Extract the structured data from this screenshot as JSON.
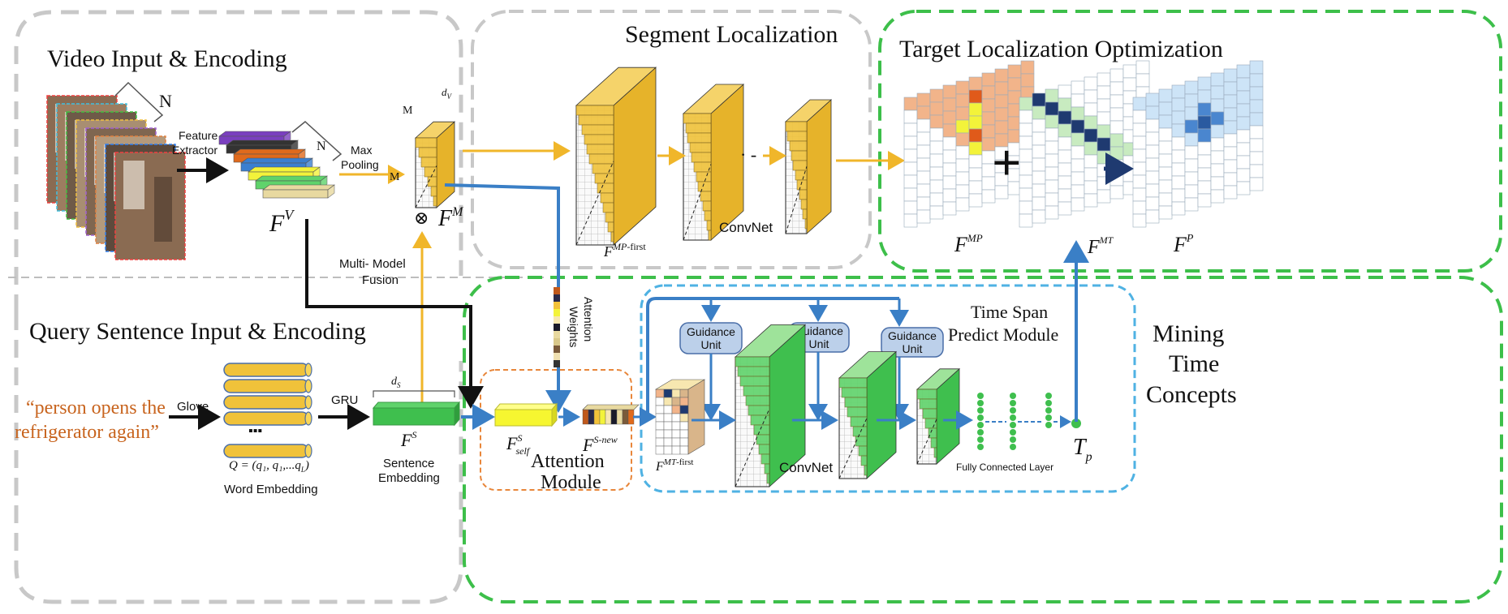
{
  "panels": {
    "video": "Video Input & Encoding",
    "segment": "Segment Localization",
    "target": "Target Localization Optimization",
    "query": "Query Sentence Input & Encoding",
    "mining_1": "Mining",
    "mining_2": "Time",
    "mining_3": "Concepts"
  },
  "video": {
    "n_frames": "N",
    "feature_extractor_1": "Feature",
    "feature_extractor_2": "Extractor",
    "n_dim": "N",
    "m_dim": "M",
    "max_pooling_1": "Max",
    "max_pooling_2": "Pooling",
    "fv_label": "F",
    "fv_sup": "V",
    "m_label": "M",
    "dv_label": "d",
    "dv_sub": "V",
    "m_label2": "M",
    "otimes": "⊗",
    "fm_label": "F",
    "fm_sup": "M"
  },
  "fusion": {
    "line1": "Multi- Model",
    "line2": "Fusion"
  },
  "segment": {
    "fmp_first": "F",
    "fmp_first_sup": "MP",
    "fmp_first_suffix": "-first",
    "convnet": "ConvNet",
    "dots": "· -"
  },
  "target": {
    "fmp": "F",
    "fmp_sup": "MP",
    "fmt": "F",
    "fmt_sup": "MT",
    "fp": "F",
    "fp_sup": "P"
  },
  "query": {
    "sentence_1": "“person opens the",
    "sentence_2": "refrigerator again”",
    "glove": "Glove",
    "gru": "GRU",
    "ellipsis": "▪▪▪",
    "q_formula": "Q = (q₁, q₁,...q",
    "q_sub": "L",
    "q_close": ")",
    "word_embedding": "Word Embedding",
    "ds": "d",
    "ds_sub": "S",
    "fs": "F",
    "fs_sup": "S",
    "sentence_emb_1": "Sentence",
    "sentence_emb_2": "Embedding"
  },
  "attention": {
    "weights_1": "Attention",
    "weights_2": "Weights",
    "fself": "F",
    "fself_sup": "S",
    "fself_sub": "self",
    "fsnew": "F",
    "fsnew_sup": "S-new",
    "module_1": "Attention",
    "module_2": "Module"
  },
  "mining": {
    "guidance_1": "Guidance",
    "guidance_2": "Unit",
    "fmt_first": "F",
    "fmt_first_sup": "MT",
    "fmt_first_suffix": "-first",
    "convnet": "ConvNet",
    "time_span_1": "Time Span",
    "time_span_2": "Predict Module",
    "fc_layer": "Fully Connected Layer",
    "tp": "T",
    "tp_sub": "p"
  },
  "colors": {
    "gray_dash": "#c8c8c8",
    "green_dash": "#3dbf4a",
    "blue_dash": "#4fb2e3",
    "orange_dash": "#e8863a",
    "yellow_arrow": "#f0b62a",
    "blue_arrow": "#3a7fc6",
    "orange_text": "#c8641e"
  }
}
